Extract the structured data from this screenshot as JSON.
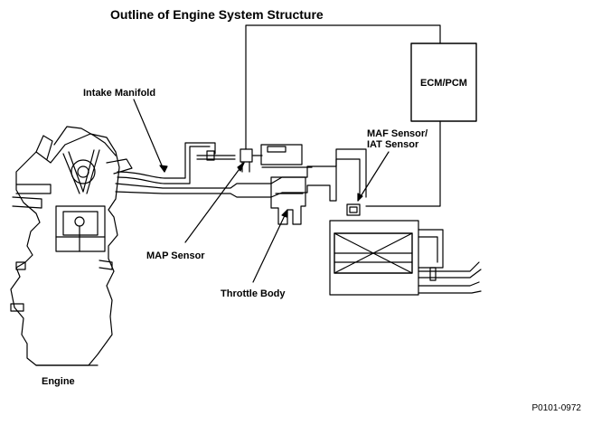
{
  "title": "Outline of Engine System Structure",
  "labels": {
    "intake_manifold": "Intake Manifold",
    "ecm_pcm": "ECM/PCM",
    "maf_sensor_line1": "MAF Sensor/",
    "maf_sensor_line2": "IAT Sensor",
    "map_sensor": "MAP Sensor",
    "throttle_body": "Throttle Body",
    "engine": "Engine"
  },
  "reference_code": "P0101-0972"
}
